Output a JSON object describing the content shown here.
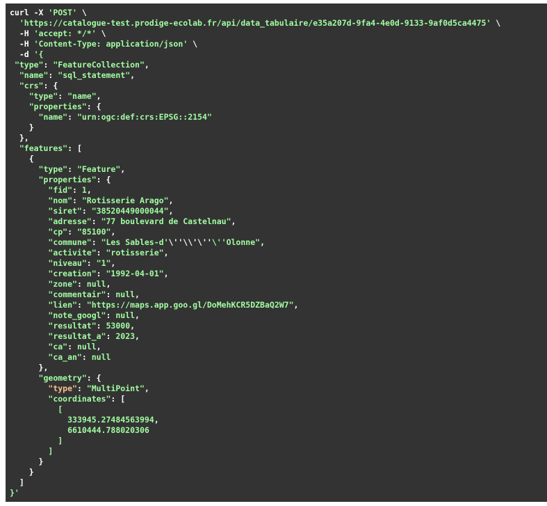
{
  "colors": {
    "background": "#333333",
    "punctuation": "#ffffff",
    "string": "#a2fca2",
    "keyword": "#fcc28c"
  },
  "lines": [
    [
      {
        "t": "curl -X ",
        "c": "p"
      },
      {
        "t": "'POST'",
        "c": "s"
      },
      {
        "t": " \\",
        "c": "p"
      }
    ],
    [
      {
        "t": "  ",
        "c": "p"
      },
      {
        "t": "'https://catalogue-test.prodige-ecolab.fr/api/data_tabulaire/e35a207d-9fa4-4e0d-9133-9af0d5ca4475'",
        "c": "s"
      },
      {
        "t": " \\",
        "c": "p"
      }
    ],
    [
      {
        "t": "  -H ",
        "c": "p"
      },
      {
        "t": "'accept: */*'",
        "c": "s"
      },
      {
        "t": " \\",
        "c": "p"
      }
    ],
    [
      {
        "t": "  -H ",
        "c": "p"
      },
      {
        "t": "'Content-Type: application/json'",
        "c": "s"
      },
      {
        "t": " \\",
        "c": "p"
      }
    ],
    [
      {
        "t": "  -d ",
        "c": "p"
      },
      {
        "t": "'{",
        "c": "s"
      }
    ],
    [
      {
        "t": " ",
        "c": "p"
      },
      {
        "t": "\"type\"",
        "c": "s"
      },
      {
        "t": ": ",
        "c": "p"
      },
      {
        "t": "\"FeatureCollection\"",
        "c": "s"
      },
      {
        "t": ",",
        "c": "p"
      }
    ],
    [
      {
        "t": "  ",
        "c": "p"
      },
      {
        "t": "\"name\"",
        "c": "s"
      },
      {
        "t": ": ",
        "c": "p"
      },
      {
        "t": "\"sql_statement\"",
        "c": "s"
      },
      {
        "t": ",",
        "c": "p"
      }
    ],
    [
      {
        "t": "  ",
        "c": "p"
      },
      {
        "t": "\"crs\"",
        "c": "s"
      },
      {
        "t": ": {",
        "c": "p"
      }
    ],
    [
      {
        "t": "    ",
        "c": "p"
      },
      {
        "t": "\"type\"",
        "c": "s"
      },
      {
        "t": ": ",
        "c": "p"
      },
      {
        "t": "\"name\"",
        "c": "s"
      },
      {
        "t": ",",
        "c": "p"
      }
    ],
    [
      {
        "t": "    ",
        "c": "p"
      },
      {
        "t": "\"properties\"",
        "c": "s"
      },
      {
        "t": ": {",
        "c": "p"
      }
    ],
    [
      {
        "t": "      ",
        "c": "p"
      },
      {
        "t": "\"name\"",
        "c": "s"
      },
      {
        "t": ": ",
        "c": "p"
      },
      {
        "t": "\"urn:ogc:def:crs:EPSG::2154\"",
        "c": "s"
      }
    ],
    [
      {
        "t": "    }",
        "c": "p"
      }
    ],
    [
      {
        "t": "  },",
        "c": "p"
      }
    ],
    [
      {
        "t": "  ",
        "c": "p"
      },
      {
        "t": "\"features\"",
        "c": "s"
      },
      {
        "t": ": [",
        "c": "p"
      }
    ],
    [
      {
        "t": "    {",
        "c": "p"
      }
    ],
    [
      {
        "t": "      ",
        "c": "p"
      },
      {
        "t": "\"type\"",
        "c": "s"
      },
      {
        "t": ": ",
        "c": "p"
      },
      {
        "t": "\"Feature\"",
        "c": "s"
      },
      {
        "t": ",",
        "c": "p"
      }
    ],
    [
      {
        "t": "      ",
        "c": "p"
      },
      {
        "t": "\"properties\"",
        "c": "s"
      },
      {
        "t": ": {",
        "c": "p"
      }
    ],
    [
      {
        "t": "        ",
        "c": "p"
      },
      {
        "t": "\"fid\"",
        "c": "s"
      },
      {
        "t": ": ",
        "c": "p"
      },
      {
        "t": "1",
        "c": "s"
      },
      {
        "t": ",",
        "c": "p"
      }
    ],
    [
      {
        "t": "        ",
        "c": "p"
      },
      {
        "t": "\"nom\"",
        "c": "s"
      },
      {
        "t": ": ",
        "c": "p"
      },
      {
        "t": "\"Rotisserie Arago\"",
        "c": "s"
      },
      {
        "t": ",",
        "c": "p"
      }
    ],
    [
      {
        "t": "        ",
        "c": "p"
      },
      {
        "t": "\"siret\"",
        "c": "s"
      },
      {
        "t": ": ",
        "c": "p"
      },
      {
        "t": "\"38520449000044\"",
        "c": "s"
      },
      {
        "t": ",",
        "c": "p"
      }
    ],
    [
      {
        "t": "        ",
        "c": "p"
      },
      {
        "t": "\"adresse\"",
        "c": "s"
      },
      {
        "t": ": ",
        "c": "p"
      },
      {
        "t": "\"77 boulevard de Castelnau\"",
        "c": "s"
      },
      {
        "t": ",",
        "c": "p"
      }
    ],
    [
      {
        "t": "        ",
        "c": "p"
      },
      {
        "t": "\"cp\"",
        "c": "s"
      },
      {
        "t": ": ",
        "c": "p"
      },
      {
        "t": "\"85100\"",
        "c": "s"
      },
      {
        "t": ",",
        "c": "p"
      }
    ],
    [
      {
        "t": "        ",
        "c": "p"
      },
      {
        "t": "\"commune\"",
        "c": "s"
      },
      {
        "t": ": ",
        "c": "p"
      },
      {
        "t": "\"Les Sables-d'",
        "c": "s"
      },
      {
        "t": "\\''\\\\'\\''",
        "c": "p"
      },
      {
        "t": "\\''Olonne\"",
        "c": "s"
      },
      {
        "t": ",",
        "c": "p"
      }
    ],
    [
      {
        "t": "        ",
        "c": "p"
      },
      {
        "t": "\"activite\"",
        "c": "s"
      },
      {
        "t": ": ",
        "c": "p"
      },
      {
        "t": "\"rotisserie\"",
        "c": "s"
      },
      {
        "t": ",",
        "c": "p"
      }
    ],
    [
      {
        "t": "        ",
        "c": "p"
      },
      {
        "t": "\"niveau\"",
        "c": "s"
      },
      {
        "t": ": ",
        "c": "p"
      },
      {
        "t": "\"1\"",
        "c": "s"
      },
      {
        "t": ",",
        "c": "p"
      }
    ],
    [
      {
        "t": "        ",
        "c": "p"
      },
      {
        "t": "\"creation\"",
        "c": "s"
      },
      {
        "t": ": ",
        "c": "p"
      },
      {
        "t": "\"1992-04-01\"",
        "c": "s"
      },
      {
        "t": ",",
        "c": "p"
      }
    ],
    [
      {
        "t": "        ",
        "c": "p"
      },
      {
        "t": "\"zone\"",
        "c": "s"
      },
      {
        "t": ": ",
        "c": "p"
      },
      {
        "t": "null",
        "c": "s"
      },
      {
        "t": ",",
        "c": "p"
      }
    ],
    [
      {
        "t": "        ",
        "c": "p"
      },
      {
        "t": "\"commentair\"",
        "c": "s"
      },
      {
        "t": ": ",
        "c": "p"
      },
      {
        "t": "null",
        "c": "s"
      },
      {
        "t": ",",
        "c": "p"
      }
    ],
    [
      {
        "t": "        ",
        "c": "p"
      },
      {
        "t": "\"lien\"",
        "c": "s"
      },
      {
        "t": ": ",
        "c": "p"
      },
      {
        "t": "\"https://maps.app.goo.gl/DoMehKCR5DZBaQ2W7\"",
        "c": "s"
      },
      {
        "t": ",",
        "c": "p"
      }
    ],
    [
      {
        "t": "        ",
        "c": "p"
      },
      {
        "t": "\"note_googl\"",
        "c": "s"
      },
      {
        "t": ": ",
        "c": "p"
      },
      {
        "t": "null",
        "c": "s"
      },
      {
        "t": ",",
        "c": "p"
      }
    ],
    [
      {
        "t": "        ",
        "c": "p"
      },
      {
        "t": "\"resultat\"",
        "c": "s"
      },
      {
        "t": ": ",
        "c": "p"
      },
      {
        "t": "53000",
        "c": "s"
      },
      {
        "t": ",",
        "c": "p"
      }
    ],
    [
      {
        "t": "        ",
        "c": "p"
      },
      {
        "t": "\"resultat_a\"",
        "c": "s"
      },
      {
        "t": ": ",
        "c": "p"
      },
      {
        "t": "2023",
        "c": "s"
      },
      {
        "t": ",",
        "c": "p"
      }
    ],
    [
      {
        "t": "        ",
        "c": "p"
      },
      {
        "t": "\"ca\"",
        "c": "s"
      },
      {
        "t": ": ",
        "c": "p"
      },
      {
        "t": "null",
        "c": "s"
      },
      {
        "t": ",",
        "c": "p"
      }
    ],
    [
      {
        "t": "        ",
        "c": "p"
      },
      {
        "t": "\"ca_an\"",
        "c": "s"
      },
      {
        "t": ": ",
        "c": "p"
      },
      {
        "t": "null",
        "c": "s"
      }
    ],
    [
      {
        "t": "      },",
        "c": "p"
      }
    ],
    [
      {
        "t": "      ",
        "c": "p"
      },
      {
        "t": "\"geometry\"",
        "c": "s"
      },
      {
        "t": ": {",
        "c": "p"
      }
    ],
    [
      {
        "t": "        ",
        "c": "p"
      },
      {
        "t": "\"type\"",
        "c": "k"
      },
      {
        "t": ": ",
        "c": "p"
      },
      {
        "t": "\"MultiPoint\"",
        "c": "s"
      },
      {
        "t": ",",
        "c": "p"
      }
    ],
    [
      {
        "t": "        ",
        "c": "p"
      },
      {
        "t": "\"coordinates\"",
        "c": "s"
      },
      {
        "t": ": [",
        "c": "p"
      }
    ],
    [
      {
        "t": "          ",
        "c": "p"
      },
      {
        "t": "[",
        "c": "s"
      }
    ],
    [
      {
        "t": "            ",
        "c": "p"
      },
      {
        "t": "333945.27484563994",
        "c": "s"
      },
      {
        "t": ",",
        "c": "p"
      }
    ],
    [
      {
        "t": "            ",
        "c": "p"
      },
      {
        "t": "6610444.788020306",
        "c": "s"
      }
    ],
    [
      {
        "t": "          ",
        "c": "p"
      },
      {
        "t": "]",
        "c": "s"
      }
    ],
    [
      {
        "t": "        ",
        "c": "p"
      },
      {
        "t": "]",
        "c": "s"
      }
    ],
    [
      {
        "t": "      }",
        "c": "p"
      }
    ],
    [
      {
        "t": "    }",
        "c": "p"
      }
    ],
    [
      {
        "t": "  ]",
        "c": "p"
      }
    ],
    [
      {
        "t": "}'",
        "c": "s"
      }
    ]
  ]
}
